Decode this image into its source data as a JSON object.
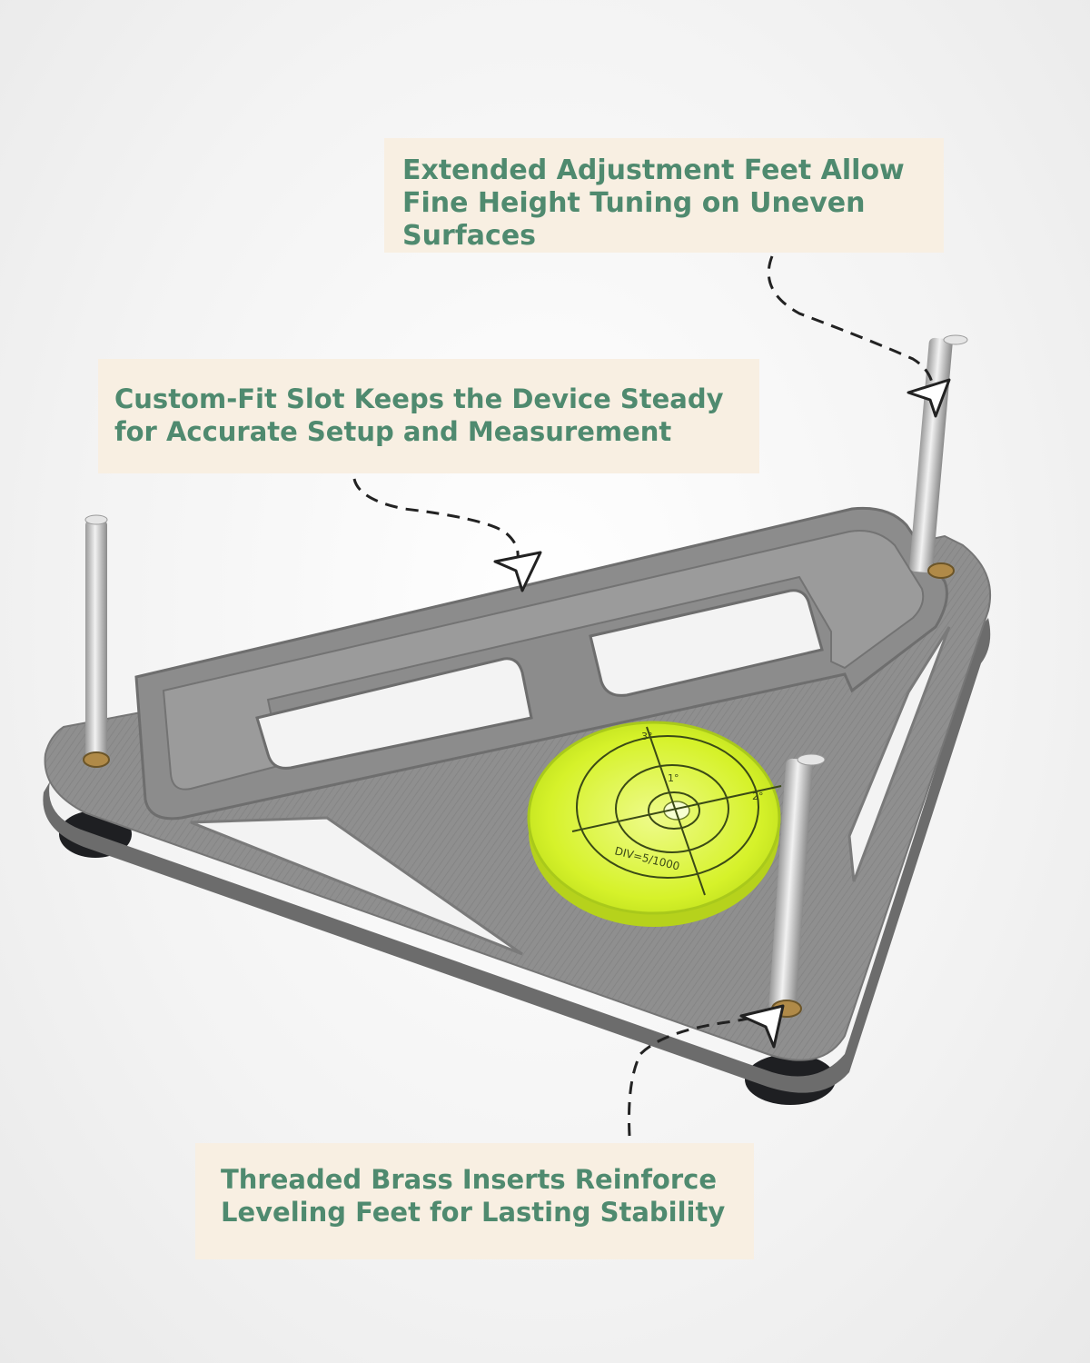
{
  "callouts": {
    "feet": "Extended Adjustment Feet Allow\nFine Height Tuning on Uneven\nSurfaces",
    "slot": "Custom-Fit Slot Keeps the Device Steady\n for Accurate Setup and Measurement",
    "brass": "Threaded Brass Inserts Reinforce\nLeveling Feet for Lasting Stability"
  },
  "level": {
    "division_label": "DIV=5/1000",
    "scale_marks": [
      "1°",
      "2°",
      "3°"
    ]
  },
  "colors": {
    "callout_bg": "#f8efe2",
    "callout_text": "#4f8a6f",
    "plate_gray": "#8e8e8e",
    "bubble_green": "#d8f32a",
    "arrow": "#222222"
  }
}
